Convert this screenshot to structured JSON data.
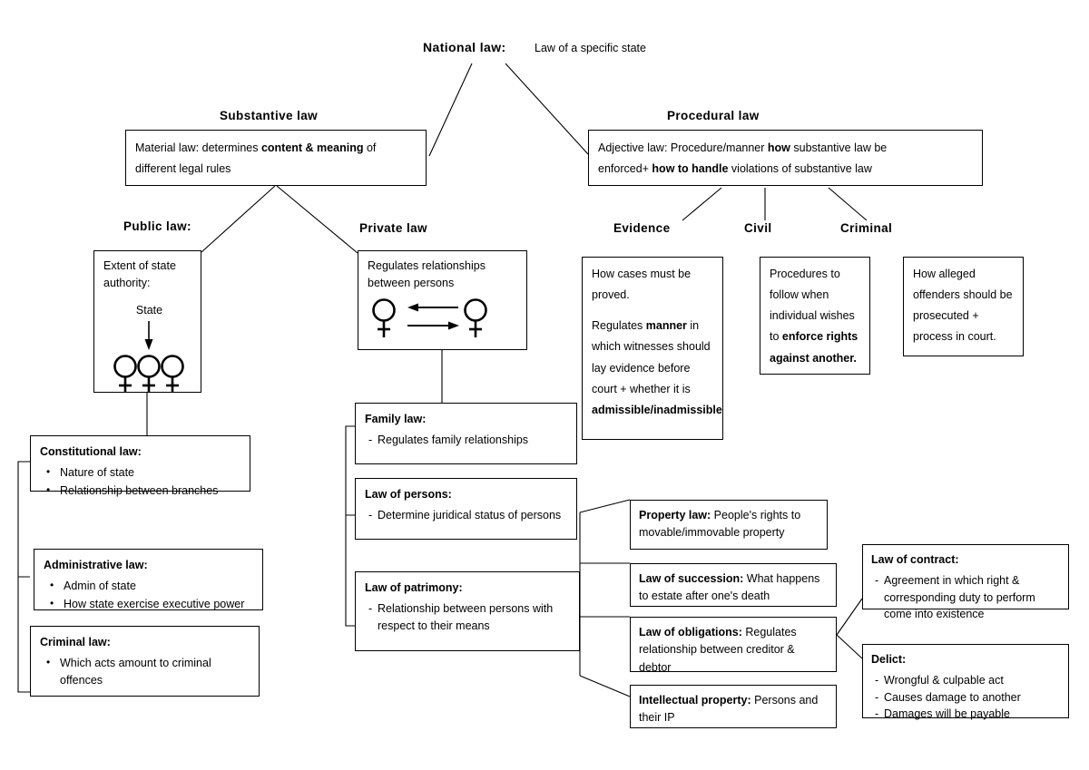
{
  "diagram": {
    "title": "National law",
    "root": {
      "label": "National law:",
      "desc": "Law of a specific state"
    },
    "branches": {
      "substantive": {
        "header": "Substantive law",
        "body_pre": "Material law: determines ",
        "body_bold": "content & meaning",
        "body_post": " of different legal rules"
      },
      "procedural": {
        "header": "Procedural law",
        "line1_pre": "Adjective law: Procedure/manner ",
        "line1_bold": "how",
        "line1_post": " substantive law be",
        "line2_pre": "enforced+ ",
        "line2_bold": "how to handle",
        "line2_post": " violations of substantive law"
      }
    },
    "substantive_children": {
      "public": {
        "header": "Public law:",
        "line1": "Extent of state",
        "line2": "authority:",
        "state_label": "State",
        "person_count": 3,
        "arrow": "down-arrow"
      },
      "private": {
        "header": "Private law",
        "line1": "Regulates relationships",
        "line2": "between persons",
        "person_count": 2,
        "arrows": [
          "left-arrow",
          "right-arrow"
        ]
      }
    },
    "public_children": [
      {
        "title": "Constitutional law:",
        "bullets": [
          "Nature of state",
          "Relationship between branches"
        ]
      },
      {
        "title": "Administrative law:",
        "bullets": [
          "Admin of state",
          "How state exercise executive power"
        ]
      },
      {
        "title": "Criminal law:",
        "bullets": [
          "Which acts amount to criminal offences"
        ]
      }
    ],
    "private_children": [
      {
        "title": "Family law:",
        "items": [
          "Regulates family relationships"
        ]
      },
      {
        "title": "Law of persons:",
        "items": [
          "Determine juridical status of persons"
        ]
      },
      {
        "title": "Law of patrimony:",
        "items": [
          "Relationship between persons with respect to their means"
        ]
      }
    ],
    "patrimony_children": [
      {
        "title": "Property law:",
        "text": " People's rights to movable/immovable property"
      },
      {
        "title": "Law of succession:",
        "text": " What happens to estate after one's death"
      },
      {
        "title": "Law of obligations:",
        "text": " Regulates relationship between creditor & debtor"
      },
      {
        "title": "Intellectual property:",
        "text": " Persons and their IP"
      }
    ],
    "obligations_children": [
      {
        "title": "Law of contract:",
        "items": [
          "Agreement in which right & corresponding duty to perform come into existence"
        ]
      },
      {
        "title": "Delict:",
        "items": [
          "Wrongful & culpable act",
          "Causes damage to another",
          "Damages will be payable"
        ]
      }
    ],
    "procedural_children": {
      "evidence": {
        "header": "Evidence",
        "p1": "How cases must be proved.",
        "p2_pre": "Regulates ",
        "p2_bold1": "manner",
        "p2_mid": " in which witnesses should lay evidence before court + whether it is ",
        "p2_bold2": "admissible/inadmissible"
      },
      "civil": {
        "header": "Civil",
        "pre": "Procedures to follow when individual wishes to ",
        "bold": "enforce rights against another."
      },
      "criminal": {
        "header": "Criminal",
        "text": "How alleged offenders should be prosecuted + process in court."
      }
    },
    "colors": {
      "stroke": "#000000",
      "background": "#ffffff",
      "text": "#000000"
    }
  }
}
